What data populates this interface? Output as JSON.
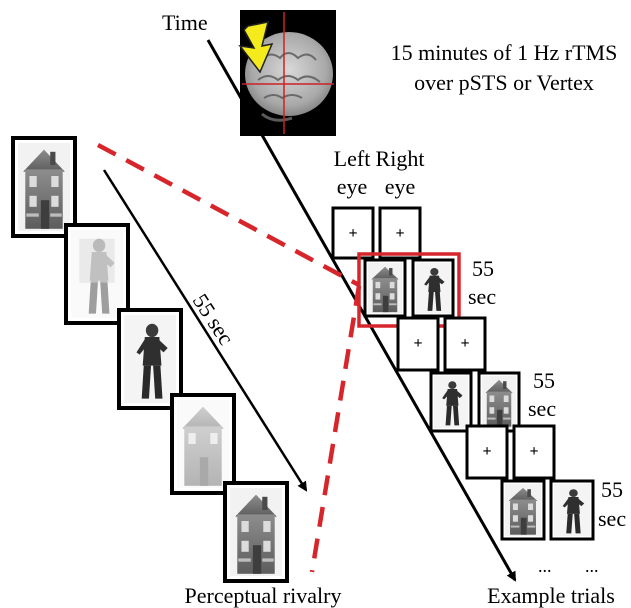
{
  "labels": {
    "time": "Time",
    "rtms_line1": "15 minutes of 1 Hz rTMS",
    "rtms_line2": "over pSTS or Vertex",
    "left": "Left",
    "right": "Right",
    "left_eye": "eye",
    "right_eye": "eye",
    "duration_diag": "55 sec",
    "dur1_a": "55",
    "dur1_b": "sec",
    "dur2_a": "55",
    "dur2_b": "sec",
    "dur3_a": "55",
    "dur3_b": "sec",
    "ellipsis_left": "...",
    "ellipsis_right": "...",
    "fixation": "+",
    "perceptual_rivalry": "Perceptual rivalry",
    "example_trials": "Example trials"
  },
  "colors": {
    "highlight": "#d7262b",
    "dashed": "#d7262b",
    "bolt": "#f4ea1c",
    "crosshair": "#cc2222"
  },
  "percepts": [
    "house",
    "man-faded",
    "man",
    "house-faded",
    "house"
  ],
  "trial_sequence": [
    "fixation",
    "house|man",
    "fixation",
    "man|house",
    "fixation",
    "house|man"
  ]
}
